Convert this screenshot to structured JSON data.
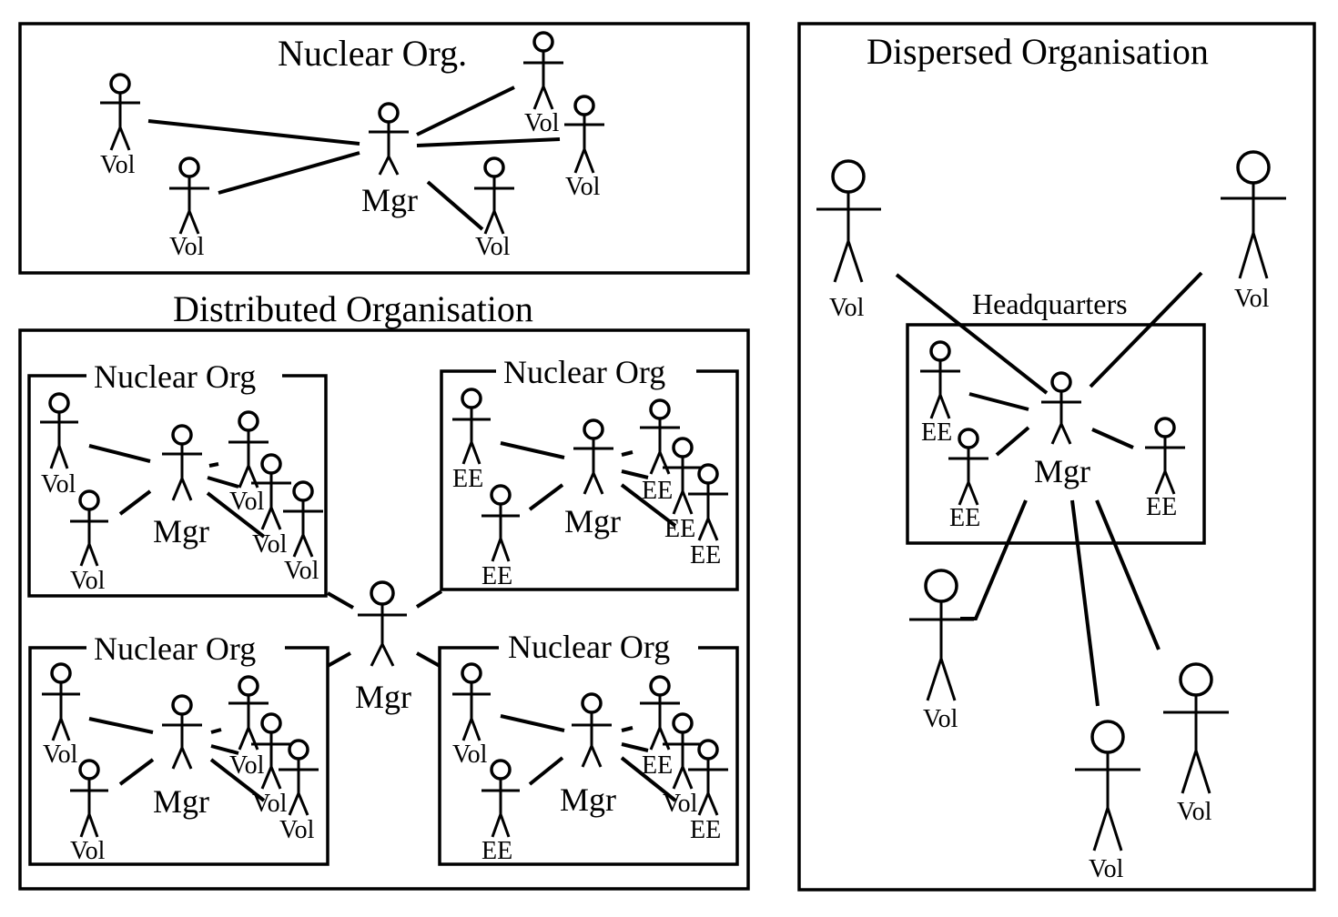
{
  "panels": {
    "nuclear": {
      "title": "Nuclear Org.",
      "manager": "Mgr",
      "members": [
        "Vol",
        "Vol",
        "Vol",
        "Vol",
        "Vol"
      ]
    },
    "distributed": {
      "title": "Distributed Organisation",
      "central_manager": "Mgr",
      "sub_orgs": [
        {
          "title": "Nuclear Org",
          "manager": "Mgr",
          "members": [
            "Vol",
            "Vol",
            "Vol",
            "Vol",
            "Vol"
          ]
        },
        {
          "title": "Nuclear Org",
          "manager": "Mgr",
          "members": [
            "EE",
            "EE",
            "EE",
            "EE",
            "EE"
          ]
        },
        {
          "title": "Nuclear Org",
          "manager": "Mgr",
          "members": [
            "Vol",
            "Vol",
            "Vol",
            "Vol",
            "Vol"
          ]
        },
        {
          "title": "Nuclear Org",
          "manager": "Mgr",
          "members": [
            "Vol",
            "EE",
            "EE",
            "Vol",
            "EE"
          ]
        }
      ]
    },
    "dispersed": {
      "title": "Dispersed Organisation",
      "headquarters": {
        "title": "Headquarters",
        "manager": "Mgr",
        "members": [
          "EE",
          "EE",
          "EE"
        ]
      },
      "outer_members": [
        "Vol",
        "Vol",
        "Vol",
        "Vol",
        "Vol"
      ]
    }
  }
}
